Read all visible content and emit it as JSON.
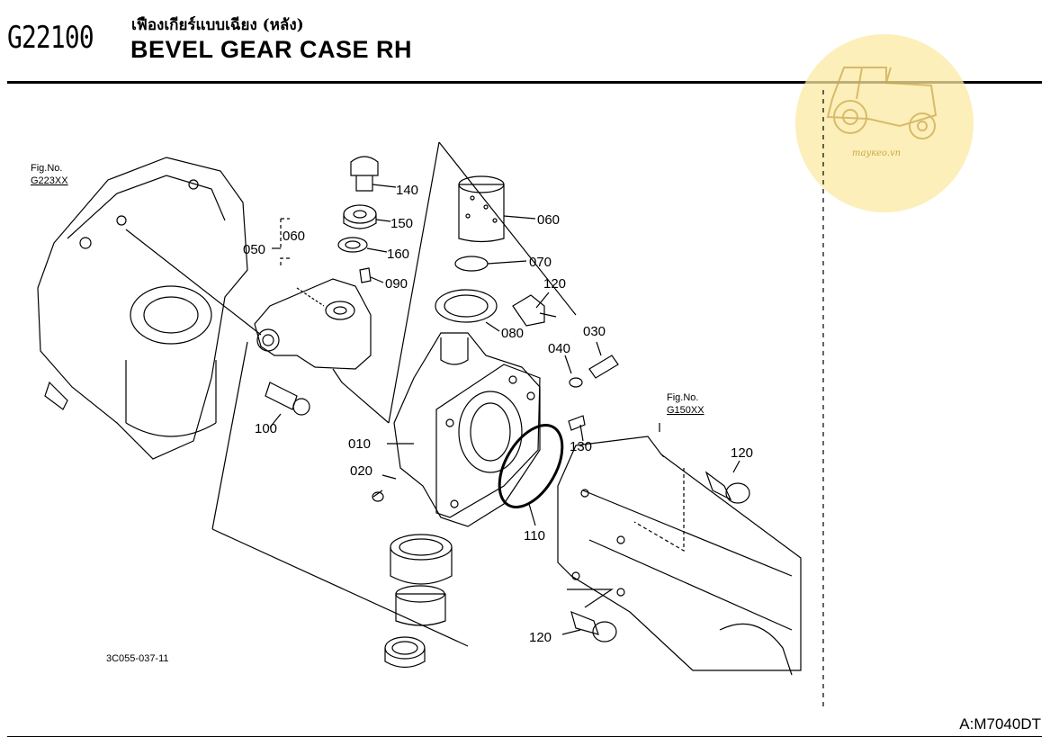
{
  "header": {
    "group_code": "G22100",
    "title_thai": "เฟืองเกียร์แบบเฉียง (หลัง)",
    "title_en": "BEVEL GEAR CASE RH"
  },
  "watermark": {
    "text": "mayкеo.vn",
    "icon": "tractor-icon"
  },
  "figure_refs": [
    {
      "prefix": "Fig.No.",
      "code": "G223XX"
    },
    {
      "prefix": "Fig.No.",
      "code": "G150XX"
    }
  ],
  "callouts": {
    "p140": "140",
    "p150": "150",
    "p160": "160",
    "p090": "090",
    "p050": "050",
    "p060a": "060",
    "p060b": "060",
    "p070": "070",
    "p120a": "120",
    "p080": "080",
    "p030": "030",
    "p040": "040",
    "p100": "100",
    "p010": "010",
    "p020": "020",
    "p130": "130",
    "p110": "110",
    "p120b": "120",
    "p120c": "120"
  },
  "drawing_id": "3C055-037-11",
  "footer": {
    "model": "A:M7040DT"
  }
}
